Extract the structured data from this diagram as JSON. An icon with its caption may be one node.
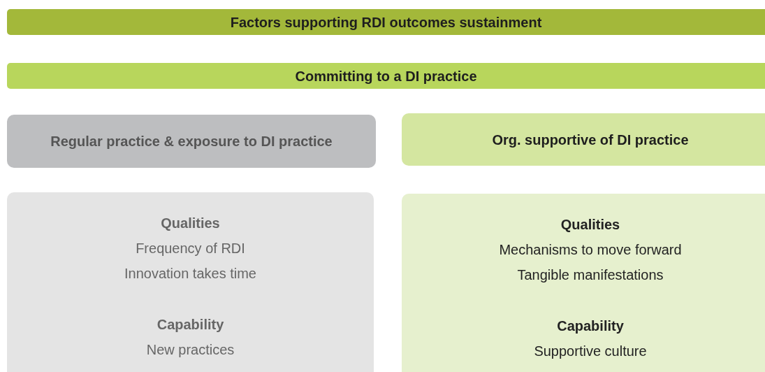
{
  "diagram": {
    "nodes": [
      {
        "text": [
          "Factors supporting RDI outcomes sustainment"
        ]
      },
      {
        "text": [
          "Committing to a DI practice"
        ]
      },
      {
        "text": [
          "Regular practice & exposure to DI practice"
        ]
      },
      {
        "text": [
          "Org. supportive of DI practice"
        ]
      },
      {
        "text": [
          "Qualities",
          "Frequency of RDI",
          "Innovation takes time",
          "Capability",
          "New practices"
        ]
      },
      {
        "text": [
          "Qualities",
          "Mechanisms to move forward",
          "Tangible manifestations",
          "Capability",
          "Supportive culture"
        ]
      }
    ]
  }
}
